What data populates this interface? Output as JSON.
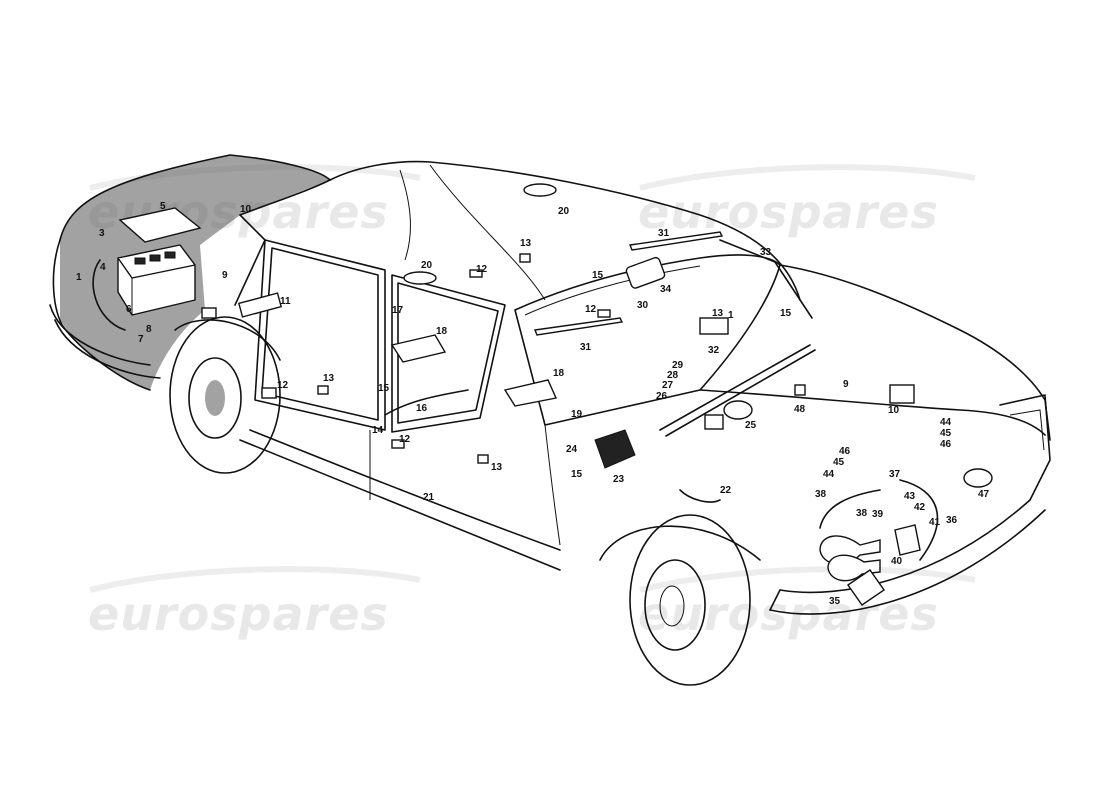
{
  "watermark": {
    "text": "eurospares"
  },
  "callouts": [
    {
      "id": "c1",
      "text": "1"
    },
    {
      "id": "c2",
      "text": "3"
    },
    {
      "id": "c3",
      "text": "4"
    },
    {
      "id": "c4",
      "text": "5"
    },
    {
      "id": "c5",
      "text": "6"
    },
    {
      "id": "c6",
      "text": "8"
    },
    {
      "id": "c7",
      "text": "7"
    },
    {
      "id": "c8",
      "text": "9"
    },
    {
      "id": "c9",
      "text": "10"
    },
    {
      "id": "c10",
      "text": "11"
    },
    {
      "id": "c11",
      "text": "20"
    },
    {
      "id": "c12",
      "text": "12"
    },
    {
      "id": "c13",
      "text": "13"
    },
    {
      "id": "c14",
      "text": "20"
    },
    {
      "id": "c15",
      "text": "31"
    },
    {
      "id": "c16",
      "text": "33"
    },
    {
      "id": "c17",
      "text": "15"
    },
    {
      "id": "c18",
      "text": "34"
    },
    {
      "id": "c19",
      "text": "12"
    },
    {
      "id": "c20",
      "text": "30"
    },
    {
      "id": "c21",
      "text": "13"
    },
    {
      "id": "c22",
      "text": "1"
    },
    {
      "id": "c23",
      "text": "15"
    },
    {
      "id": "c24",
      "text": "17"
    },
    {
      "id": "c25",
      "text": "18"
    },
    {
      "id": "c26",
      "text": "31"
    },
    {
      "id": "c27",
      "text": "32"
    },
    {
      "id": "c28",
      "text": "29"
    },
    {
      "id": "c29",
      "text": "28"
    },
    {
      "id": "c30",
      "text": "27"
    },
    {
      "id": "c31",
      "text": "26"
    },
    {
      "id": "c32",
      "text": "9"
    },
    {
      "id": "c33",
      "text": "48"
    },
    {
      "id": "c34",
      "text": "25"
    },
    {
      "id": "c35",
      "text": "10"
    },
    {
      "id": "c36",
      "text": "12"
    },
    {
      "id": "c37",
      "text": "13"
    },
    {
      "id": "c38",
      "text": "15"
    },
    {
      "id": "c39",
      "text": "16"
    },
    {
      "id": "c40",
      "text": "18"
    },
    {
      "id": "c41",
      "text": "19"
    },
    {
      "id": "c42",
      "text": "14"
    },
    {
      "id": "c43",
      "text": "12"
    },
    {
      "id": "c44",
      "text": "24"
    },
    {
      "id": "c45",
      "text": "23"
    },
    {
      "id": "c46",
      "text": "13"
    },
    {
      "id": "c47",
      "text": "15"
    },
    {
      "id": "c48",
      "text": "21"
    },
    {
      "id": "c49",
      "text": "22"
    },
    {
      "id": "c50",
      "text": "44"
    },
    {
      "id": "c51",
      "text": "45"
    },
    {
      "id": "c52",
      "text": "46"
    },
    {
      "id": "c53",
      "text": "46"
    },
    {
      "id": "c54",
      "text": "45"
    },
    {
      "id": "c55",
      "text": "44"
    },
    {
      "id": "c56",
      "text": "37"
    },
    {
      "id": "c57",
      "text": "38"
    },
    {
      "id": "c58",
      "text": "43"
    },
    {
      "id": "c59",
      "text": "42"
    },
    {
      "id": "c60",
      "text": "41"
    },
    {
      "id": "c61",
      "text": "36"
    },
    {
      "id": "c62",
      "text": "38"
    },
    {
      "id": "c63",
      "text": "39"
    },
    {
      "id": "c64",
      "text": "40"
    },
    {
      "id": "c65",
      "text": "47"
    },
    {
      "id": "c66",
      "text": "35"
    }
  ]
}
